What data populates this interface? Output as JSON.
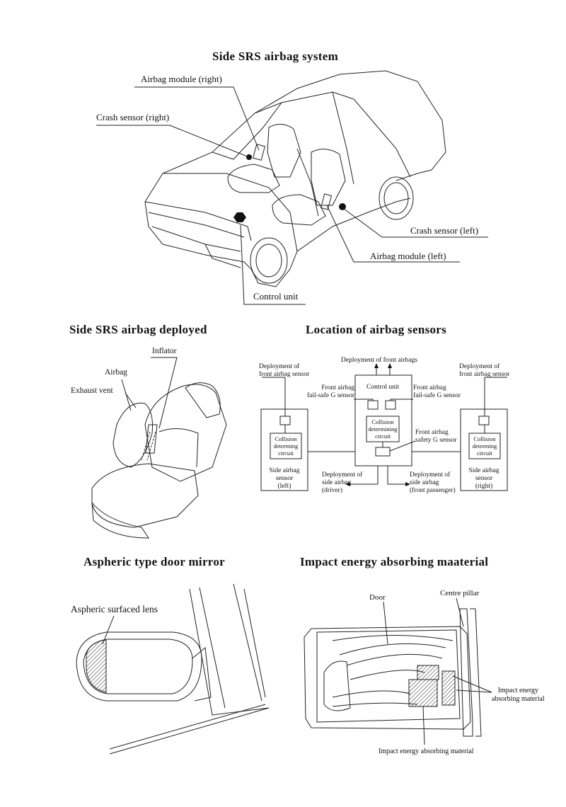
{
  "sections": {
    "srs_system": {
      "title": "Side SRS airbag system",
      "labels": {
        "airbag_module_right": "Airbag module (right)",
        "crash_sensor_right": "Crash sensor (right)",
        "crash_sensor_left": "Crash sensor (left)",
        "airbag_module_left": "Airbag module (left)",
        "control_unit": "Control unit"
      }
    },
    "deployed": {
      "title": "Side SRS airbag deployed",
      "labels": {
        "inflator": "Inflator",
        "airbag": "Airbag",
        "exhaust_vent": "Exhaust vent"
      }
    },
    "sensors": {
      "title": "Location of airbag sensors",
      "labels": {
        "deploy_front_airbags": "Deployment of front airbags",
        "deploy_front_sensor_left_1": "Deployment of",
        "deploy_front_sensor_left_2": "front airbag sensor",
        "deploy_front_sensor_right_1": "Deployment of",
        "deploy_front_sensor_right_2": "front airbag sensor",
        "control_unit": "Control unit",
        "failsafe_left_1": "Front airbag",
        "failsafe_left_2": "fail-safe G sensor",
        "failsafe_right_1": "Front airbag",
        "failsafe_right_2": "fail-safe G sensor",
        "collision_center_1": "Collision",
        "collision_center_2": "determining",
        "collision_center_3": "circuit",
        "safety_g_1": "Front airbag",
        "safety_g_2": "safety G sensor",
        "collision_left_1": "Collision",
        "collision_left_2": "determing",
        "collision_left_3": "circuit",
        "collision_right_1": "Collision",
        "collision_right_2": "determing",
        "collision_right_3": "circuit",
        "side_left_1": "Side airbag",
        "side_left_2": "sensor",
        "side_left_3": "(left)",
        "side_right_1": "Side airbag",
        "side_right_2": "sensor",
        "side_right_3": "(right)",
        "deploy_driver_1": "Deployment of",
        "deploy_driver_2": "side airbag",
        "deploy_driver_3": "(driver)",
        "deploy_pass_1": "Deployment of",
        "deploy_pass_2": "side airbag",
        "deploy_pass_3": "(front passenger)"
      }
    },
    "mirror": {
      "title": "Aspheric type door mirror",
      "labels": {
        "lens": "Aspheric surfaced lens"
      }
    },
    "impact": {
      "title": "Impact energy absorbing maaterial",
      "labels": {
        "door": "Door",
        "centre_pillar": "Centre pillar",
        "material_right_1": "Impact energy",
        "material_right_2": "absorbing material",
        "material_bottom": "Impact energy absorbing material"
      }
    }
  }
}
